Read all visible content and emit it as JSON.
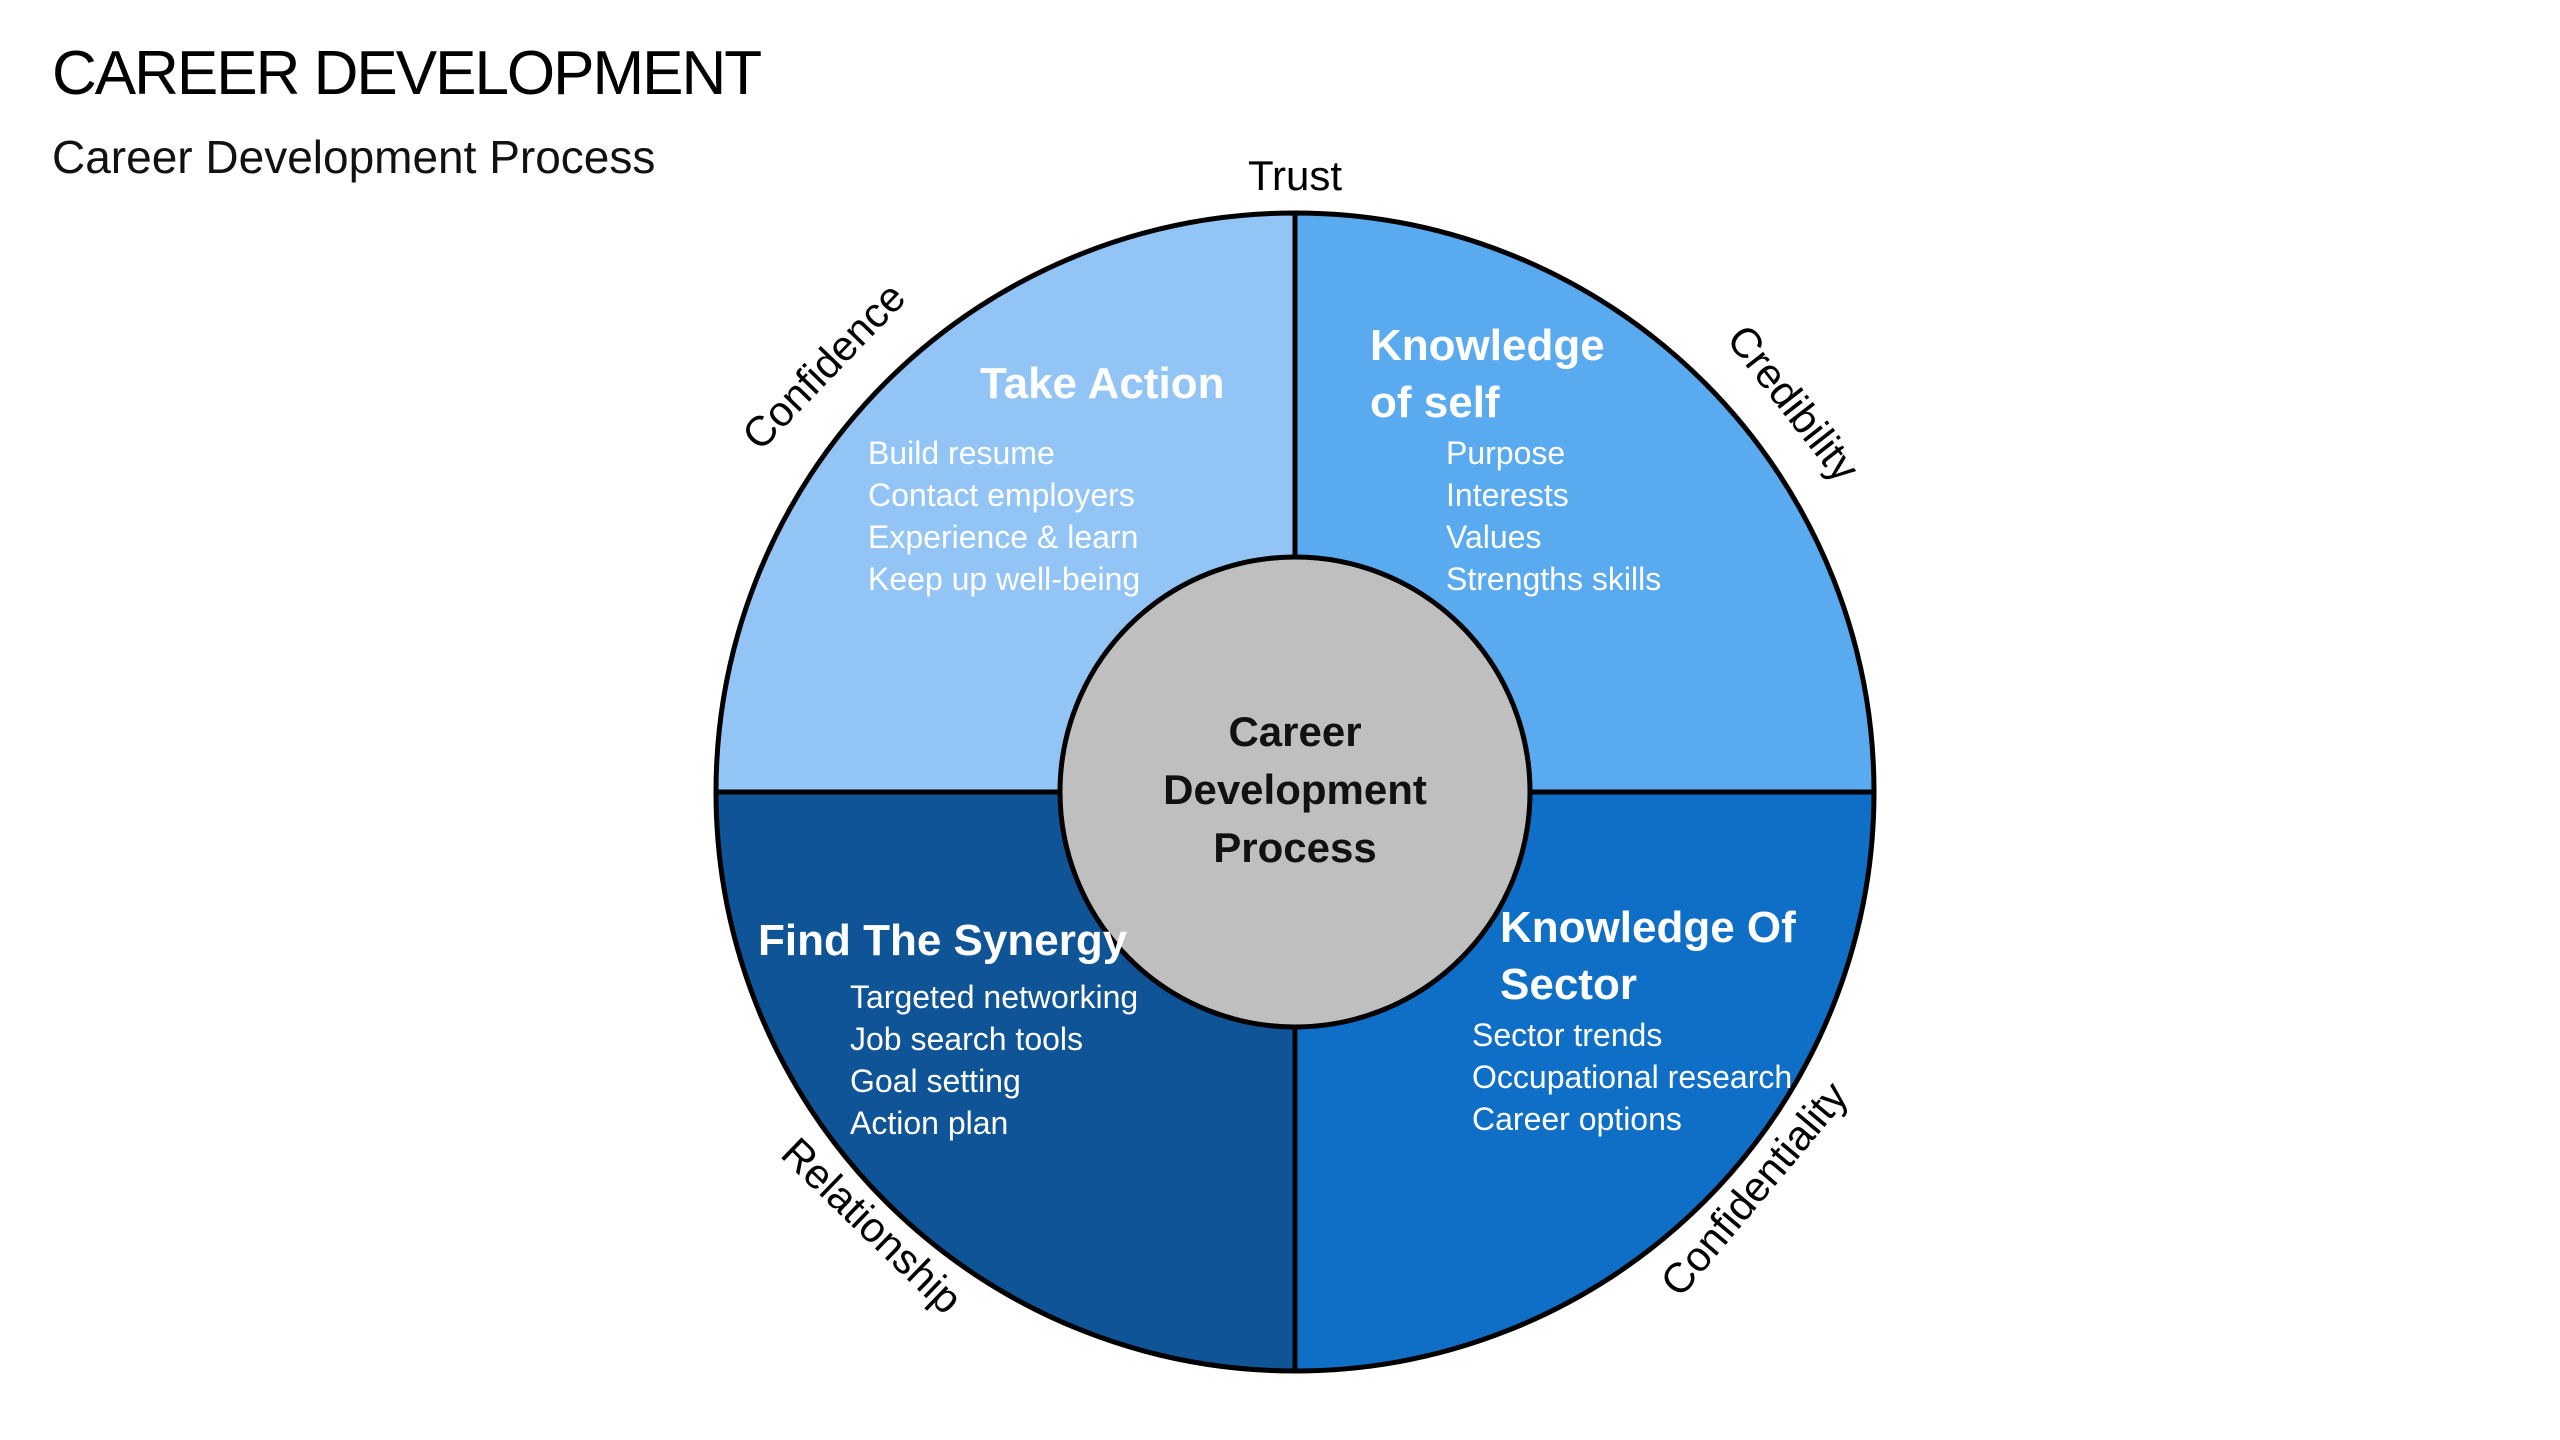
{
  "slide": {
    "title": "CAREER DEVELOPMENT",
    "subtitle": "Career Development Process"
  },
  "center": {
    "lines": [
      "Career",
      "Development",
      "Process"
    ],
    "color": "#BFBFBF"
  },
  "quadrants": [
    {
      "id": "take-action",
      "title_lines": [
        "Take Action"
      ],
      "items": [
        "Build resume",
        "Contact employers",
        "Experience & learn",
        "Keep up well-being"
      ],
      "color": "#92C5F5"
    },
    {
      "id": "knowledge-of-self",
      "title_lines": [
        "Knowledge",
        "of self"
      ],
      "items": [
        "Purpose",
        "Interests",
        "Values",
        "Strengths skills"
      ],
      "color": "#5AAAF0"
    },
    {
      "id": "find-the-synergy",
      "title_lines": [
        "Find The Synergy"
      ],
      "items": [
        "Targeted networking",
        "Job search tools",
        "Goal setting",
        "Action plan"
      ],
      "color": "#0E5496"
    },
    {
      "id": "knowledge-of-sector",
      "title_lines": [
        "Knowledge Of",
        "Sector"
      ],
      "items": [
        "Sector trends",
        "Occupational research",
        "Career options"
      ],
      "color": "#0F6FC6"
    }
  ],
  "ring_labels": {
    "trust": "Trust",
    "confidence": "Confidence",
    "credibility": "Credibility",
    "relationship": "Relationship",
    "confidentiality": "Confidentiality"
  }
}
